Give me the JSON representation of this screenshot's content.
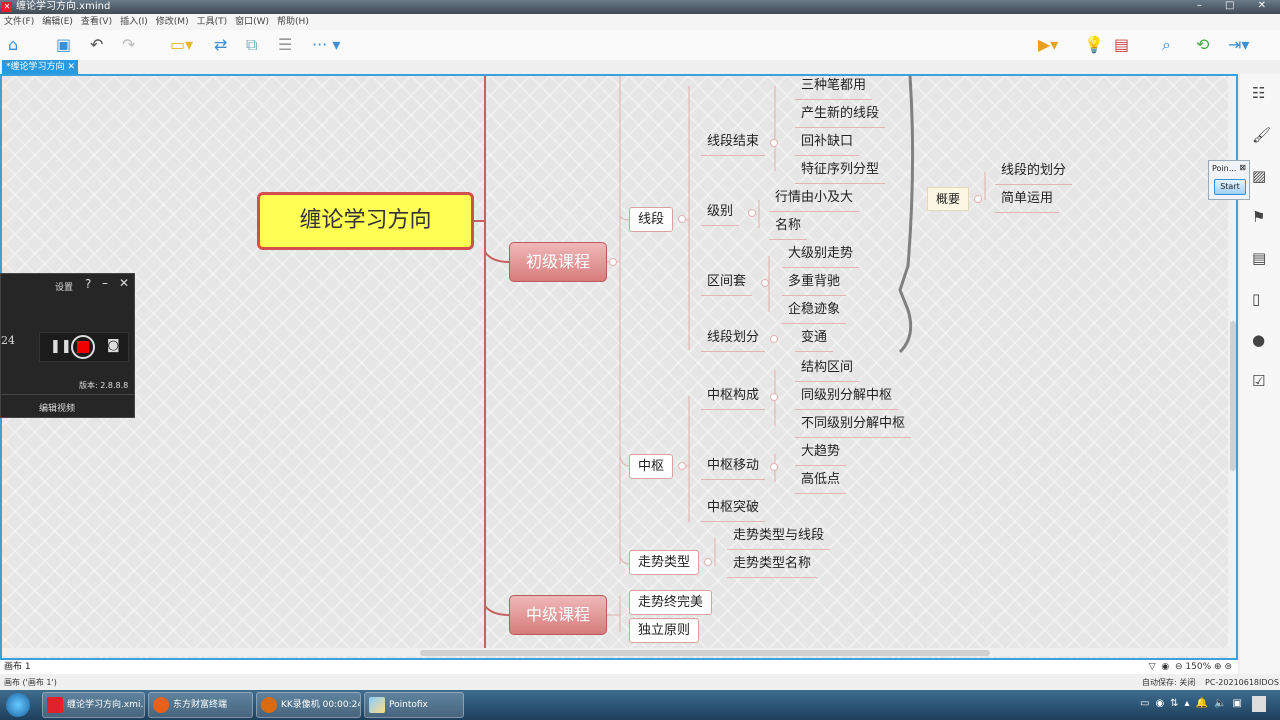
{
  "window": {
    "title": "缠论学习方向.xmind",
    "controls": "– □ ✕"
  },
  "menu": [
    "文件(F)",
    "编辑(E)",
    "查看(V)",
    "插入(I)",
    "修改(M)",
    "工具(T)",
    "窗口(W)",
    "帮助(H)"
  ],
  "tab": {
    "label": "*缠论学习方向",
    "close": "✕"
  },
  "map": {
    "central": "缠论学习方向",
    "main": [
      "初级课程",
      "中级课程"
    ],
    "level2": [
      "线段",
      "中枢",
      "走势类型"
    ],
    "xianduan": {
      "children": [
        "线段结束",
        "级别",
        "区间套",
        "线段划分"
      ],
      "leaves": [
        "三种笔都用",
        "产生新的线段",
        "回补缺口",
        "特征序列分型",
        "行情由小及大",
        "名称",
        "大级别走势",
        "多重背驰",
        "企稳迹象",
        "变通"
      ],
      "summary": "概要",
      "summary_children": [
        "线段的划分",
        "简单运用"
      ]
    },
    "zhongshu": {
      "children": [
        "中枢构成",
        "中枢移动",
        "中枢突破"
      ],
      "leaves": [
        "结构区间",
        "同级别分解中枢",
        "不同级别分解中枢",
        "大趋势",
        "高低点"
      ]
    },
    "zoushi": {
      "leaves": [
        "走势类型与线段",
        "走势类型名称"
      ]
    },
    "zhongji": [
      "走势终完美",
      "独立原则"
    ]
  },
  "statusbar": {
    "sheet": "画布 1",
    "zoom": "150%",
    "sheet_footer": "画布 ('画布 1')",
    "autosave": "自动保存: 关闭",
    "computer": "PC-20210618IDOS"
  },
  "pointofix": {
    "title": "Poin...",
    "start": "Start"
  },
  "recorder": {
    "settings": "设置",
    "help": "?",
    "timer": "24",
    "version": "版本: 2.8.8.8",
    "edit": "编辑视频"
  },
  "taskbar": [
    "缠论学习方向.xmi...",
    "东方财富终端",
    "KK录像机 00:00:24",
    "Pointofix"
  ],
  "colors": {
    "accent": "#3aa1e0",
    "central_fill": "#ffff55",
    "main_topic": "#d77c7c"
  }
}
